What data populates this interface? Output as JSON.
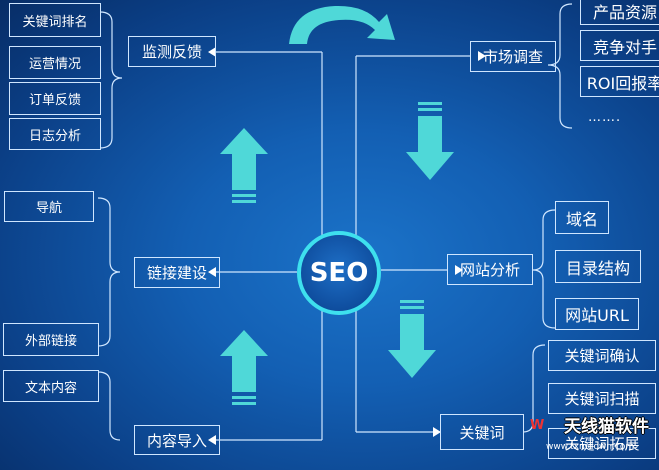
{
  "center": {
    "label": "SEO"
  },
  "nodes": {
    "monitor": "监测反馈",
    "market": "市场调查",
    "links": "链接建设",
    "site_analysis": "网站分析",
    "content": "内容导入",
    "keywords": "关键词"
  },
  "monitor_items": [
    "关键词排名",
    "运营情况",
    "订单反馈",
    "日志分析"
  ],
  "market_items": [
    "产品资源",
    "竞争对手",
    "ROI回报率",
    "……."
  ],
  "links_items": [
    "导航",
    "外部链接"
  ],
  "site_items": [
    "域名",
    "目录结构",
    "网站URL"
  ],
  "content_items": [
    "文本内容"
  ],
  "keyword_items": [
    "关键词确认",
    "关键词扫描",
    "关键词拓展"
  ],
  "watermark": {
    "logo": "W",
    "name": "天线猫软件",
    "url": "www.txmdown.com"
  },
  "colors": {
    "background": "#135fb3",
    "arrow": "#4fd8d8",
    "accent": "#3ee0ee",
    "line": "#cfe6ff"
  }
}
